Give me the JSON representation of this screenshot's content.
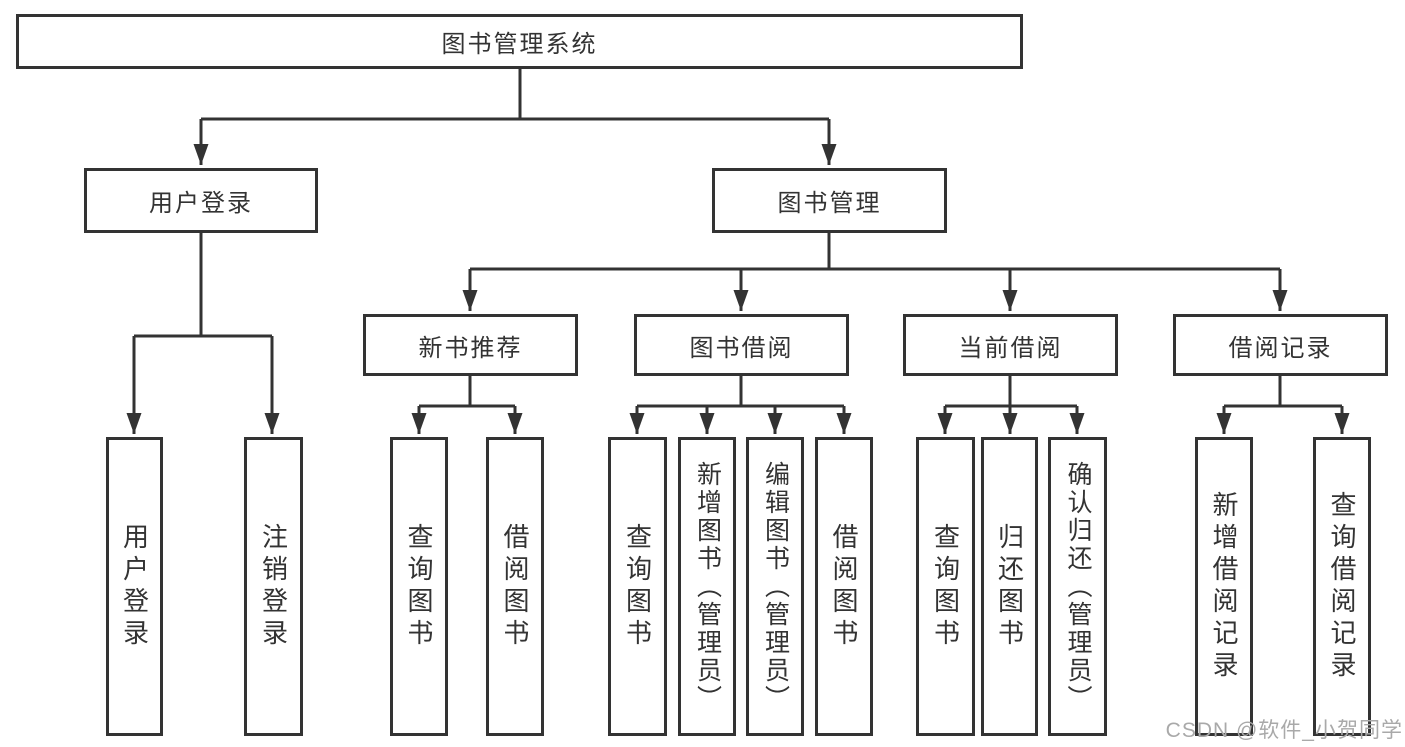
{
  "diagram": {
    "colors": {
      "line": "#333333",
      "box_border": "#333333",
      "text": "#333333",
      "watermark": "#a9a9a9"
    },
    "tree": {
      "root": {
        "label": "图书管理系统"
      },
      "branches": [
        {
          "label": "用户登录",
          "children": [
            {
              "label": "用户登录"
            },
            {
              "label": "注销登录"
            }
          ]
        },
        {
          "label": "图书管理",
          "children": [
            {
              "label": "新书推荐",
              "children": [
                {
                  "label": "查询图书"
                },
                {
                  "label": "借阅图书"
                }
              ]
            },
            {
              "label": "图书借阅",
              "children": [
                {
                  "label": "查询图书"
                },
                {
                  "label": "新增图书（管理员）"
                },
                {
                  "label": "编辑图书（管理员）"
                },
                {
                  "label": "借阅图书"
                }
              ]
            },
            {
              "label": "当前借阅",
              "children": [
                {
                  "label": "查询图书"
                },
                {
                  "label": "归还图书"
                },
                {
                  "label": "确认归还（管理员）"
                }
              ]
            },
            {
              "label": "借阅记录",
              "children": [
                {
                  "label": "新增借阅记录"
                },
                {
                  "label": "查询借阅记录"
                }
              ]
            }
          ]
        }
      ]
    },
    "watermark": {
      "text": "CSDN @软件_小贺同学"
    }
  }
}
